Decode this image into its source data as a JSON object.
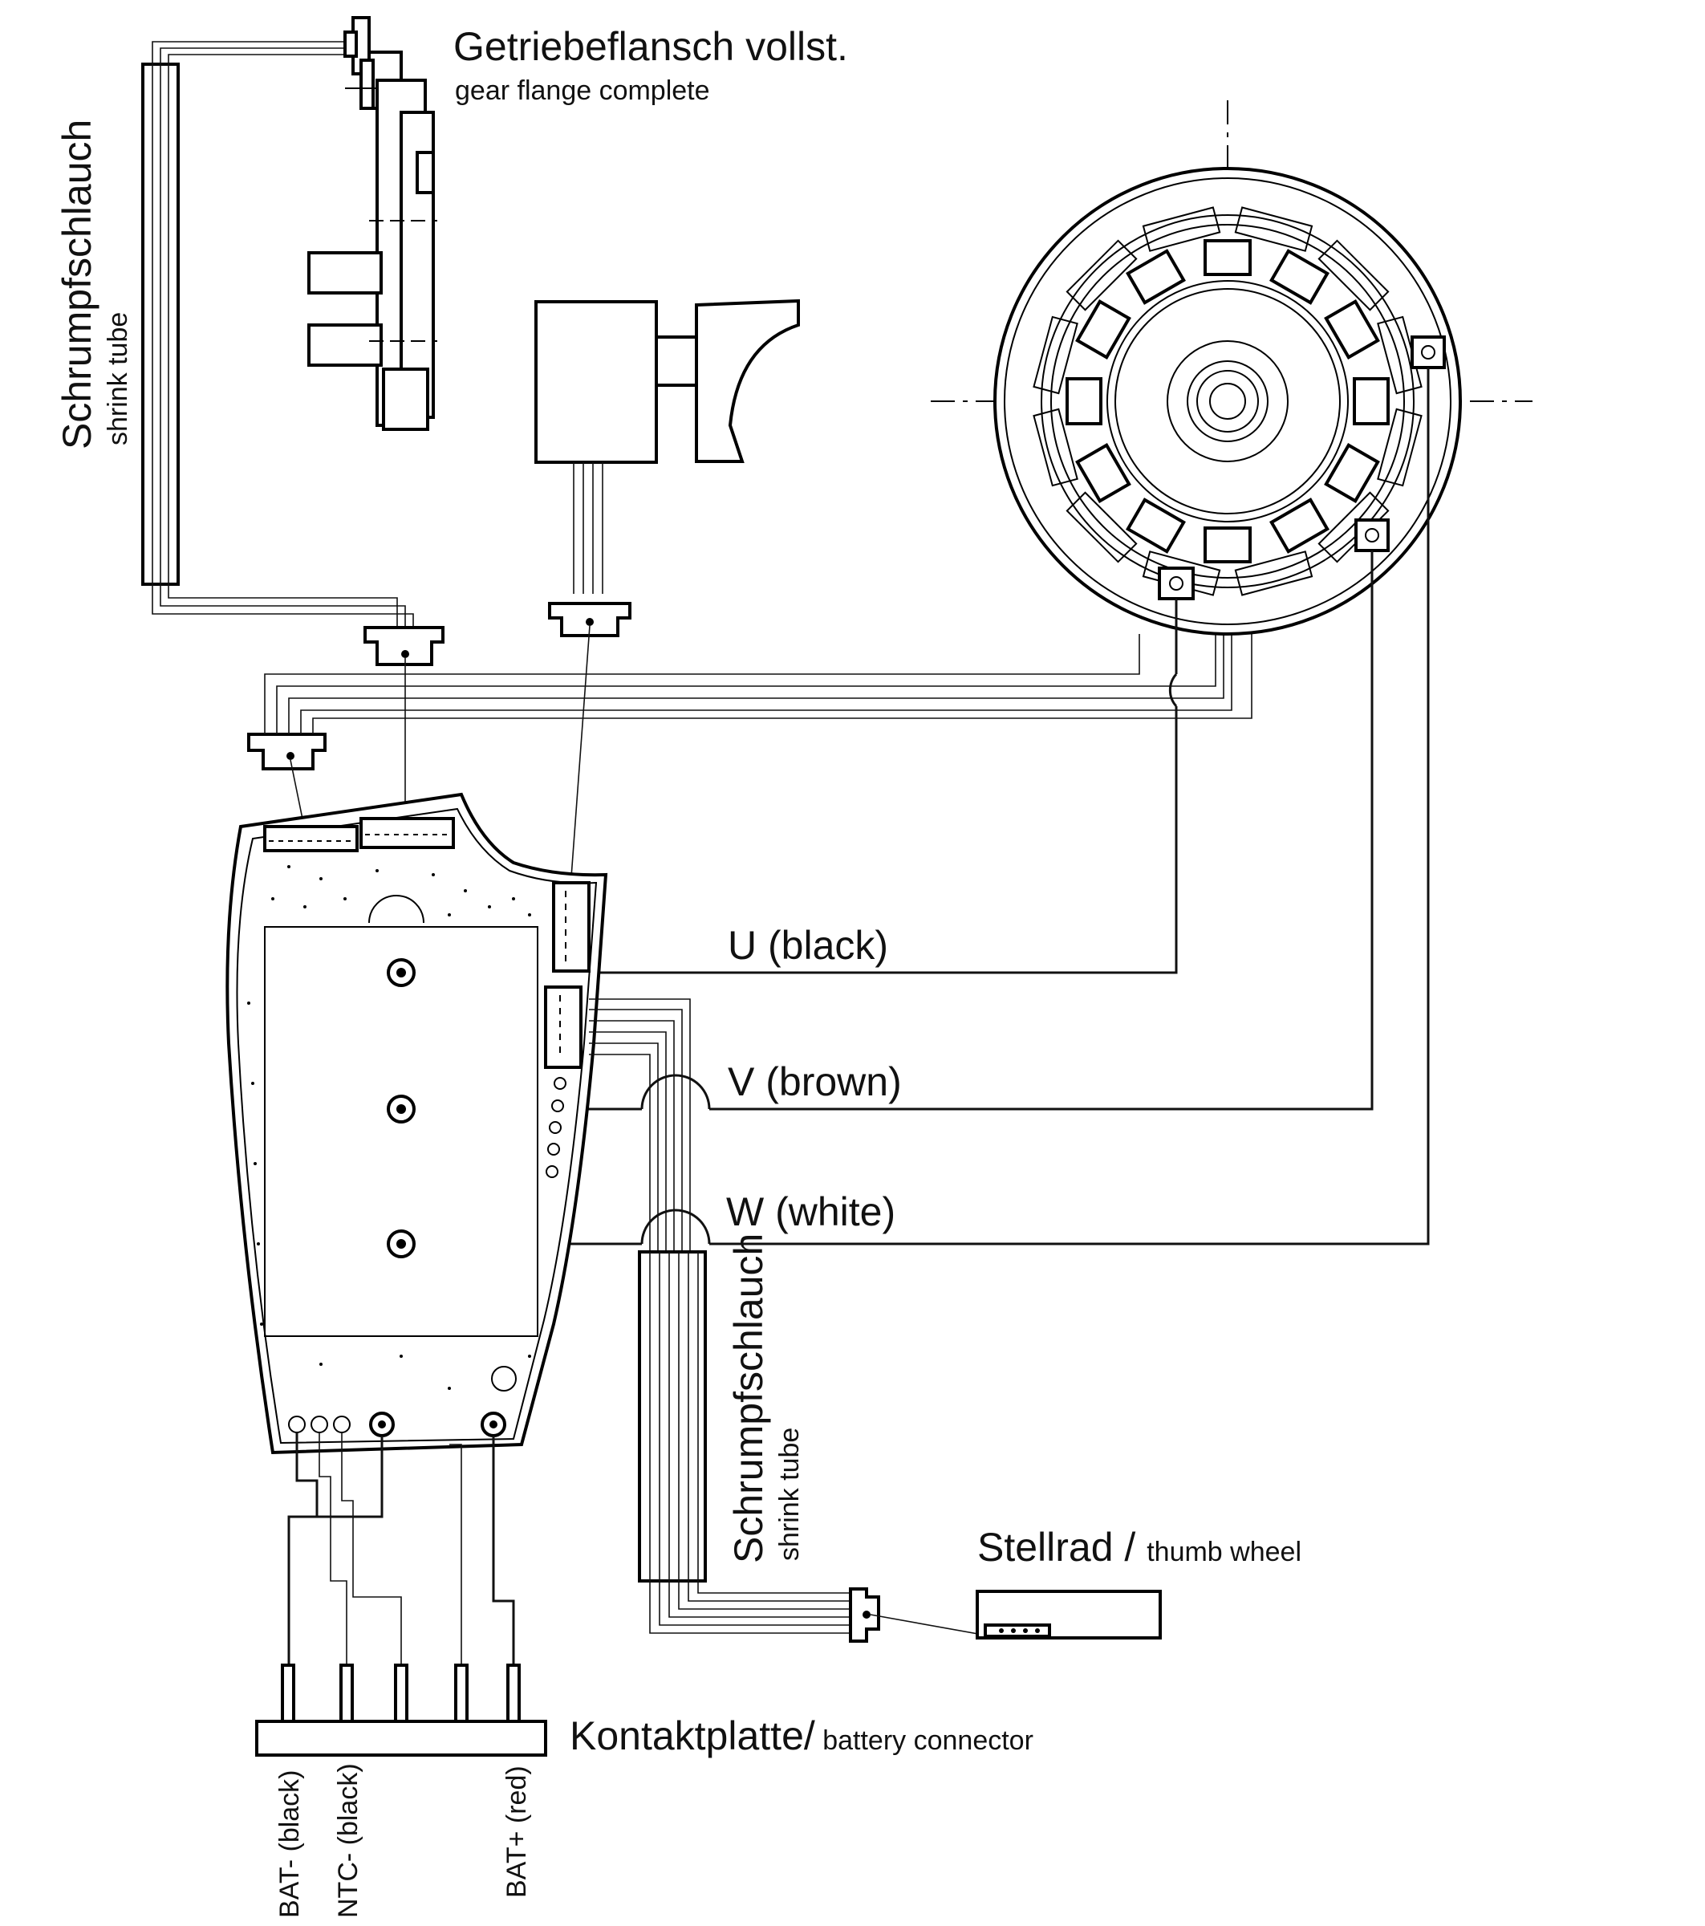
{
  "labels": {
    "gear_flange_de": "Getriebeflansch vollst.",
    "gear_flange_en": "gear flange complete",
    "shrink_tube_top_de": "Schrumpfschlauch",
    "shrink_tube_top_en": "shrink tube",
    "shrink_tube_mid_de": "Schrumpfschlauch",
    "shrink_tube_mid_en": "shrink tube",
    "wire_u": "U   (black)",
    "wire_v": "V   (brown)",
    "wire_w": "W  (white)",
    "thumb_wheel_de": "Stellrad / ",
    "thumb_wheel_en": "thumb wheel",
    "battery_connector_de": "Kontaktplatte/",
    "battery_connector_en": " battery connector",
    "pin_bat_minus": "BAT- (black)",
    "pin_ntc_minus": "NTC- (black)",
    "pin_bat_plus": "BAT+ (red)"
  }
}
